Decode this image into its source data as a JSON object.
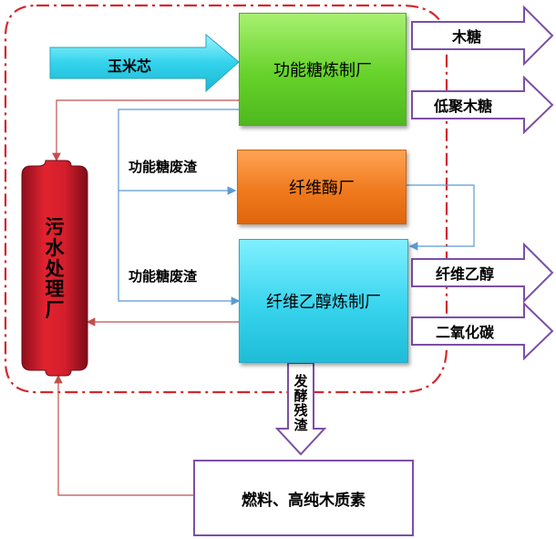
{
  "input": {
    "label": "玉米芯"
  },
  "plants": {
    "sugar": "功能糖炼制厂",
    "cellulase": "纤维酶厂",
    "ethanol": "纤维乙醇炼制厂",
    "wastewater": [
      "污",
      "水",
      "处",
      "理",
      "厂"
    ]
  },
  "flow_labels": {
    "residue_top": "功能糖废渣",
    "residue_bottom": "功能糖废渣",
    "fermentation": [
      "发",
      "酵",
      "残",
      "渣"
    ]
  },
  "products": {
    "xylose": "木糖",
    "xylo_oligo": "低聚木糖",
    "ethanol": "纤维乙醇",
    "co2": "二氧化碳"
  },
  "final": {
    "label": "燃料、高纯木质素"
  },
  "colors": {
    "boundary": "#d4282e",
    "thin_arrow": "#5b9bd5",
    "red_arrow": "#c0504d",
    "green_box": "#66d22a",
    "orange_box": "#f07a1e",
    "cyan_box": "#38d4ee",
    "wastewater_box": "#c8102e",
    "final_border": "#7b4fa6"
  }
}
